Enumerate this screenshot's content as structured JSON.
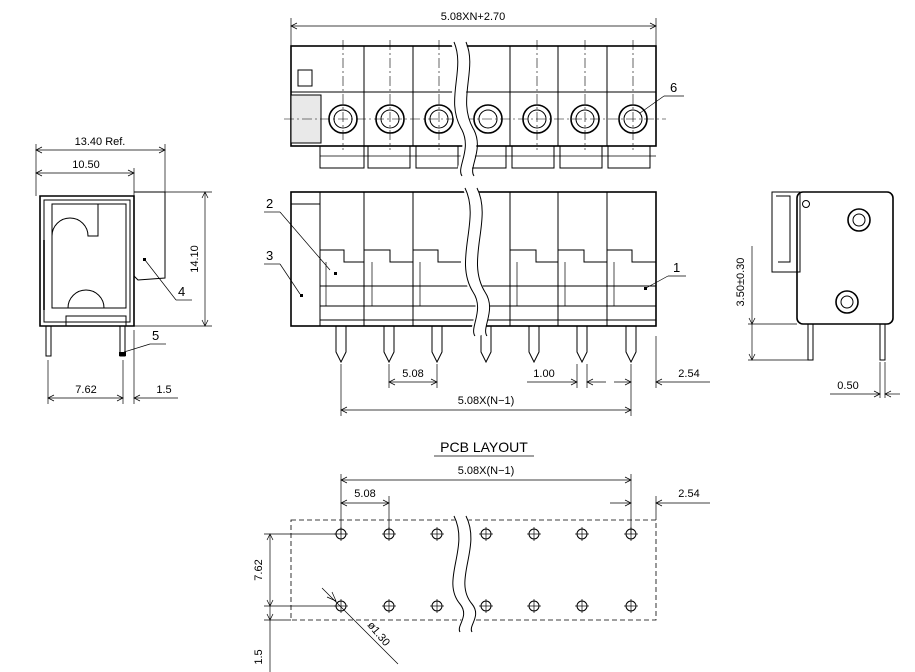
{
  "dimensions": {
    "total_length": "5.08XN+2.70",
    "ref_width": "13.40  Ref.",
    "body_width": "10.50",
    "height": "14.10",
    "pin_offset": "7.62",
    "pin_rear": "1.5",
    "pitch": "5.08",
    "pin_width": "1.00",
    "edge_offset": "2.54",
    "pin_span": "5.08X(N−1)",
    "screw_height": "3.50±0.30",
    "pin_thickness": "0.50"
  },
  "callouts": [
    "1",
    "2",
    "3",
    "4",
    "5",
    "6"
  ],
  "pcb_layout": {
    "title": "PCB  LAYOUT",
    "span": "5.08X(N−1)",
    "pitch": "5.08",
    "edge_offset": "2.54",
    "row_spacing": "7.62",
    "bottom_offset": "1.5",
    "hole_diameter": "ø1.30"
  }
}
